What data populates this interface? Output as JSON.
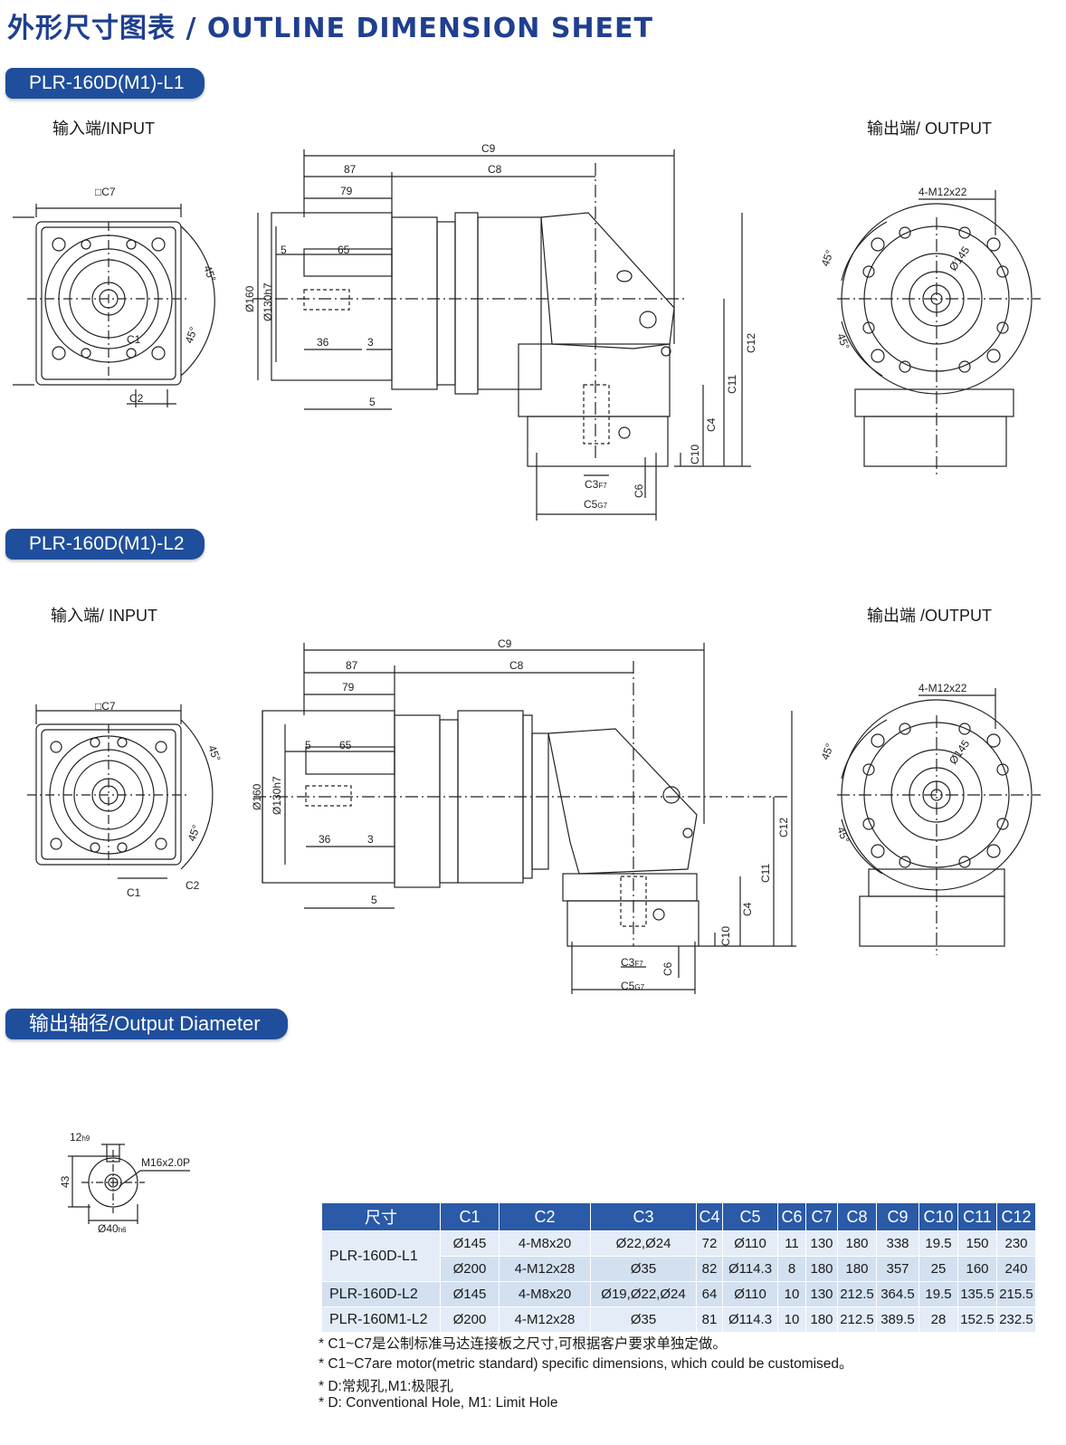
{
  "header": {
    "title": "外形尺寸图表 / OUTLINE DIMENSION SHEET"
  },
  "section_l1": {
    "label": "PLR-160D(M1)-L1",
    "input": "输入端/INPUT",
    "output": "输出端/ OUTPUT"
  },
  "section_l2": {
    "label": "PLR-160D(M1)-L2",
    "input": "输入端/ INPUT",
    "output": "输出端 /OUTPUT"
  },
  "drawing": {
    "c7": "□C7",
    "c1": "C1",
    "c2": "C2",
    "c3": "C3",
    "c3_tol": "F7",
    "c4": "C4",
    "c5": "C5",
    "c5_tol": "G7",
    "c6": "C6",
    "c8": "C8",
    "c9": "C9",
    "c10": "C10",
    "c11": "C11",
    "c12": "C12",
    "d87": "87",
    "d79": "79",
    "d5": "5",
    "d65": "65",
    "d36": "36",
    "d3": "3",
    "d160": "Ø160",
    "d130": "Ø130h7",
    "deg45": "45°",
    "bolt": "4-M12x22",
    "pcd": "Ø145"
  },
  "shaft_section": {
    "label": "输出轴径/Output Diameter",
    "key": "12",
    "key_tol": "h9",
    "thread": "M16x2.0P",
    "height": "43",
    "dia": "Ø40",
    "dia_tol": "h6"
  },
  "table": {
    "headers": [
      "尺寸",
      "C1",
      "C2",
      "C3",
      "C4",
      "C5",
      "C6",
      "C7",
      "C8",
      "C9",
      "C10",
      "C11",
      "C12"
    ],
    "rows": [
      {
        "model": "PLR-160D-L1",
        "cells": [
          "Ø145",
          "4-M8x20",
          "Ø22,Ø24",
          "72",
          "Ø110",
          "11",
          "130",
          "180",
          "338",
          "19.5",
          "150",
          "230"
        ]
      },
      {
        "model": "",
        "cells": [
          "Ø200",
          "4-M12x28",
          "Ø35",
          "82",
          "Ø114.3",
          "8",
          "180",
          "180",
          "357",
          "25",
          "160",
          "240"
        ]
      },
      {
        "model": "PLR-160D-L2",
        "cells": [
          "Ø145",
          "4-M8x20",
          "Ø19,Ø22,Ø24",
          "64",
          "Ø110",
          "10",
          "130",
          "212.5",
          "364.5",
          "19.5",
          "135.5",
          "215.5"
        ]
      },
      {
        "model": "PLR-160M1-L2",
        "cells": [
          "Ø200",
          "4-M12x28",
          "Ø35",
          "81",
          "Ø114.3",
          "10",
          "180",
          "212.5",
          "389.5",
          "28",
          "152.5",
          "232.5"
        ]
      }
    ]
  },
  "notes": [
    "* C1~C7是公制标准马达连接板之尺寸,可根据客户要求单独定做。",
    "* C1~C7are motor(metric standard)  specific dimensions, which could be customised。",
    "* D:常规孔,M1:极限孔",
    "* D: Conventional Hole, M1: Limit Hole"
  ]
}
